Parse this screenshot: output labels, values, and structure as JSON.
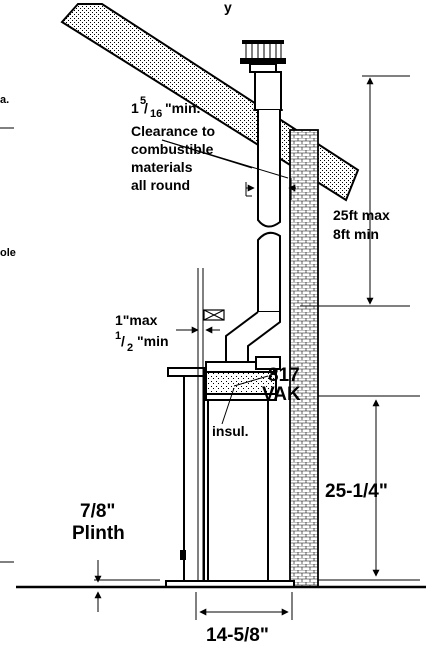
{
  "labels": {
    "top_fragment": "y",
    "left_a": "a.",
    "left_ole": "ole",
    "clearance_num": "5",
    "clearance_den": "16",
    "clearance_line1_pre": "1",
    "clearance_line1_post": "\"min.",
    "clearance_line2": "Clearance to",
    "clearance_line3": "combustible",
    "clearance_line4": "materials",
    "clearance_line5": "all round",
    "height_max": "25ft max",
    "height_min": "8ft min",
    "gap_max": "1\"max",
    "gap_min_num": "1",
    "gap_min_den": "2",
    "gap_min_post": "\"min",
    "model_number": "817",
    "model_name": "VAK",
    "insulation": "insul.",
    "hearth_height": "25-1/4\"",
    "plinth_size": "7/8\"",
    "plinth_word": "Plinth",
    "width": "14-5/8\""
  },
  "colors": {
    "ink": "#000000",
    "paper": "#ffffff"
  }
}
